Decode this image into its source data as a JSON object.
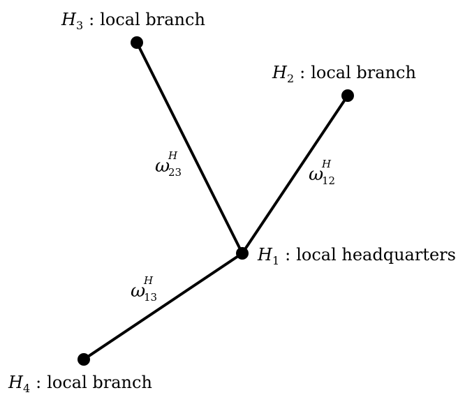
{
  "nodes": {
    "h1": {
      "symbol": "H",
      "index": "1",
      "separator": ":",
      "text": "local headquarters"
    },
    "h2": {
      "symbol": "H",
      "index": "2",
      "separator": ":",
      "text": "local branch"
    },
    "h3": {
      "symbol": "H",
      "index": "3",
      "separator": ":",
      "text": "local branch"
    },
    "h4": {
      "symbol": "H",
      "index": "4",
      "separator": ":",
      "text": "local branch"
    }
  },
  "edges": {
    "e23": {
      "symbol": "ω",
      "sup": "H",
      "sub": "23"
    },
    "e12": {
      "symbol": "ω",
      "sup": "H",
      "sub": "12"
    },
    "e13": {
      "symbol": "ω",
      "sup": "H",
      "sub": "13"
    }
  }
}
